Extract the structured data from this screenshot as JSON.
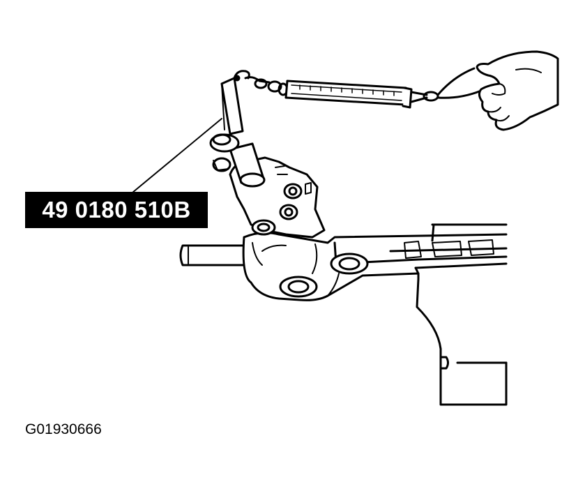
{
  "diagram": {
    "part_number_label": "49 0180 510B",
    "figure_id": "G01930666",
    "illustration": "steering-gear-preload-measurement",
    "colors": {
      "line": "#000000",
      "background": "#ffffff",
      "label_fill": "#000000",
      "label_text": "#ffffff"
    }
  }
}
